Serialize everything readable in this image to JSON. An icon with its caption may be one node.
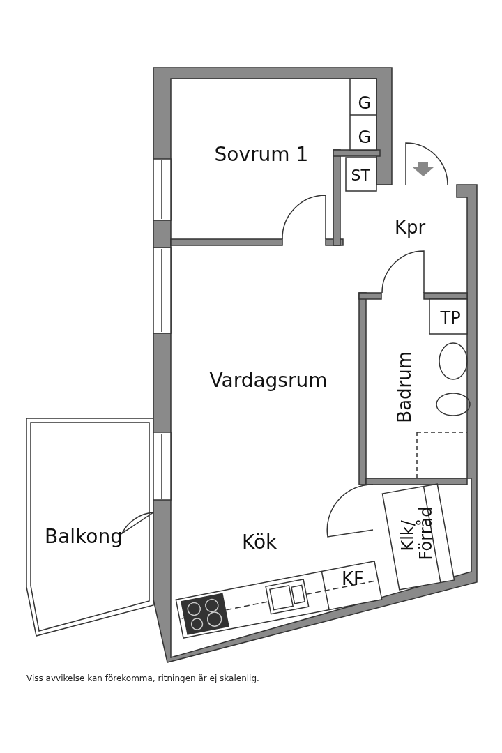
{
  "diagram": {
    "caption": "Viss avvikelse kan förekomma, ritningen är ej skalenlig.",
    "nodes": [
      {
        "text": [
          "Sovrum 1"
        ]
      },
      {
        "text": [
          "G"
        ]
      },
      {
        "text": [
          "G"
        ]
      },
      {
        "text": [
          "ST"
        ]
      },
      {
        "text": [
          "Kpr"
        ]
      },
      {
        "text": [
          "TP"
        ]
      },
      {
        "text": [
          "Badrum"
        ]
      },
      {
        "text": [
          "Vardagsrum"
        ]
      },
      {
        "text": [
          "Balkong"
        ]
      },
      {
        "text": [
          "Kök"
        ]
      },
      {
        "text": [
          "KF"
        ]
      },
      {
        "text": [
          "Klk/ Förråd"
        ]
      }
    ]
  }
}
